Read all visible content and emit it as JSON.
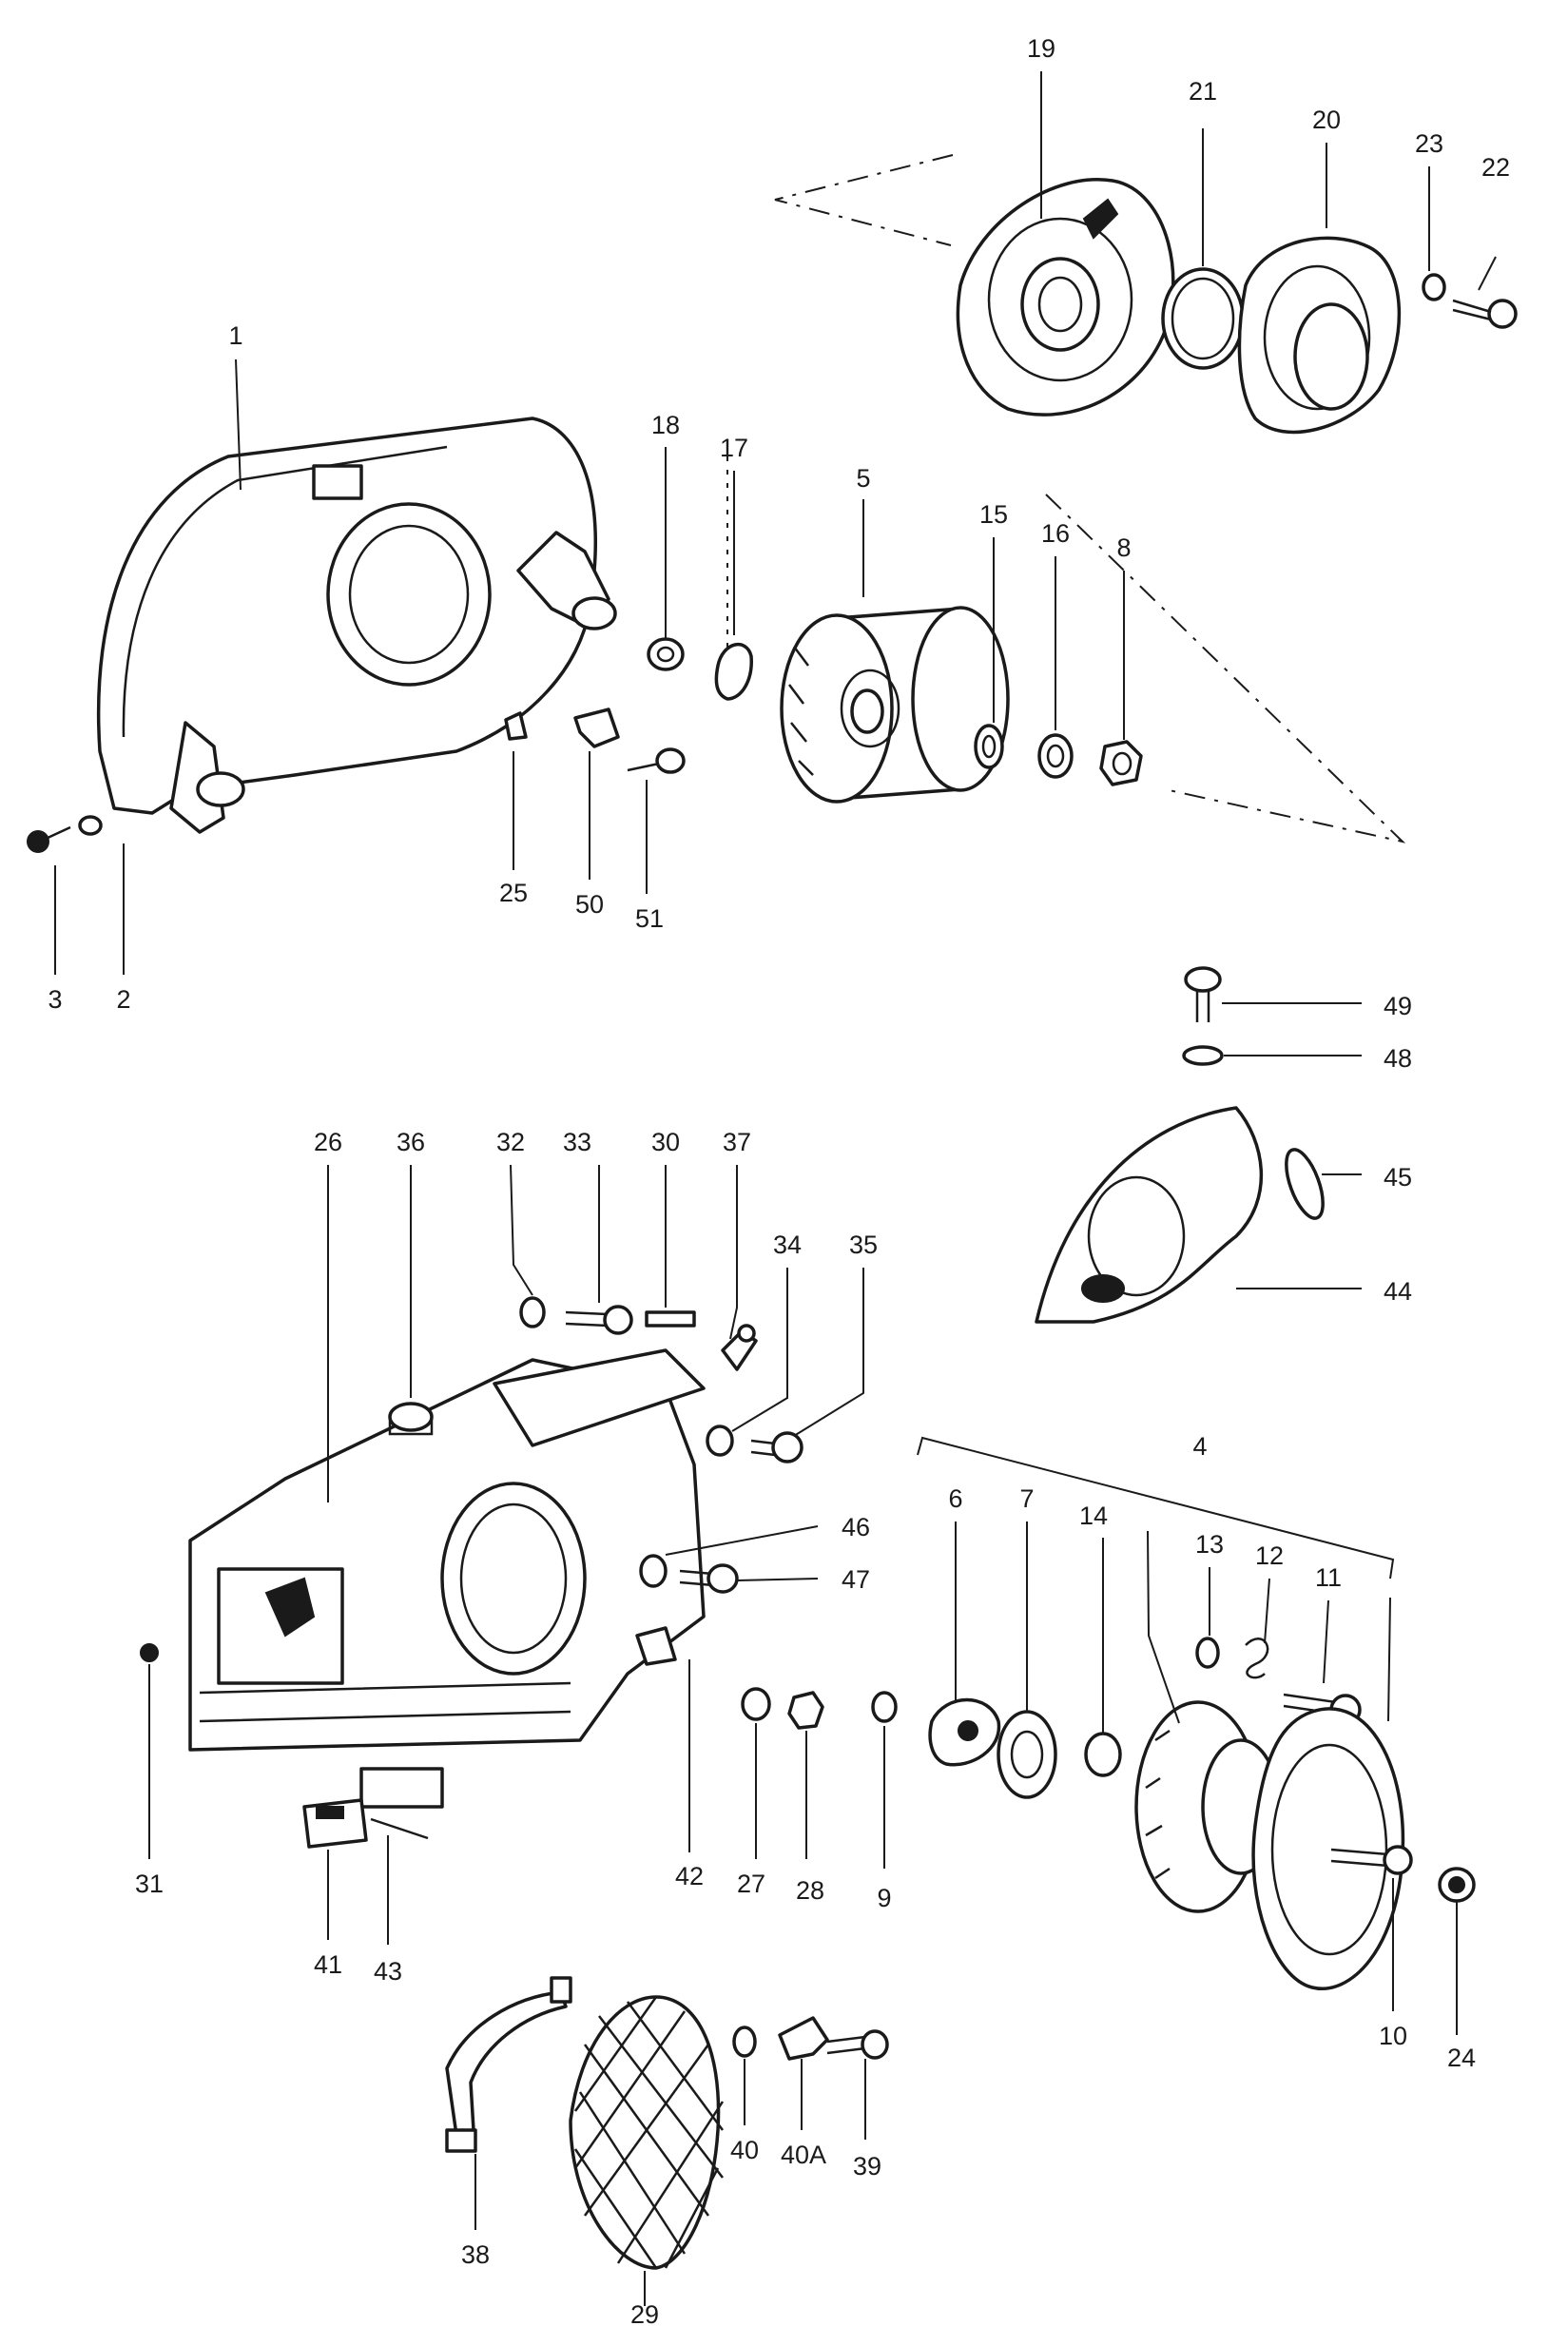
{
  "labels": {
    "l1": "1",
    "l2": "2",
    "l3": "3",
    "l4": "4",
    "l5": "5",
    "l6": "6",
    "l7": "7",
    "l8": "8",
    "l9": "9",
    "l10": "10",
    "l11": "11",
    "l12": "12",
    "l13": "13",
    "l14": "14",
    "l15": "15",
    "l16": "16",
    "l17": "17",
    "l18": "18",
    "l19": "19",
    "l20": "20",
    "l21": "21",
    "l22": "22",
    "l23": "23",
    "l24": "24",
    "l25": "25",
    "l26": "26",
    "l27": "27",
    "l28": "28",
    "l29": "29",
    "l30": "30",
    "l31": "31",
    "l32": "32",
    "l33": "33",
    "l34": "34",
    "l35": "35",
    "l36": "36",
    "l37": "37",
    "l38": "38",
    "l39": "39",
    "l40": "40",
    "l40a": "40A",
    "l41": "41",
    "l42": "42",
    "l43": "43",
    "l44": "44",
    "l45": "45",
    "l46": "46",
    "l47": "47",
    "l48": "48",
    "l49": "49",
    "l50": "50",
    "l51": "51"
  },
  "colors": {
    "ink": "#1a1a1a",
    "paper": "#ffffff"
  }
}
